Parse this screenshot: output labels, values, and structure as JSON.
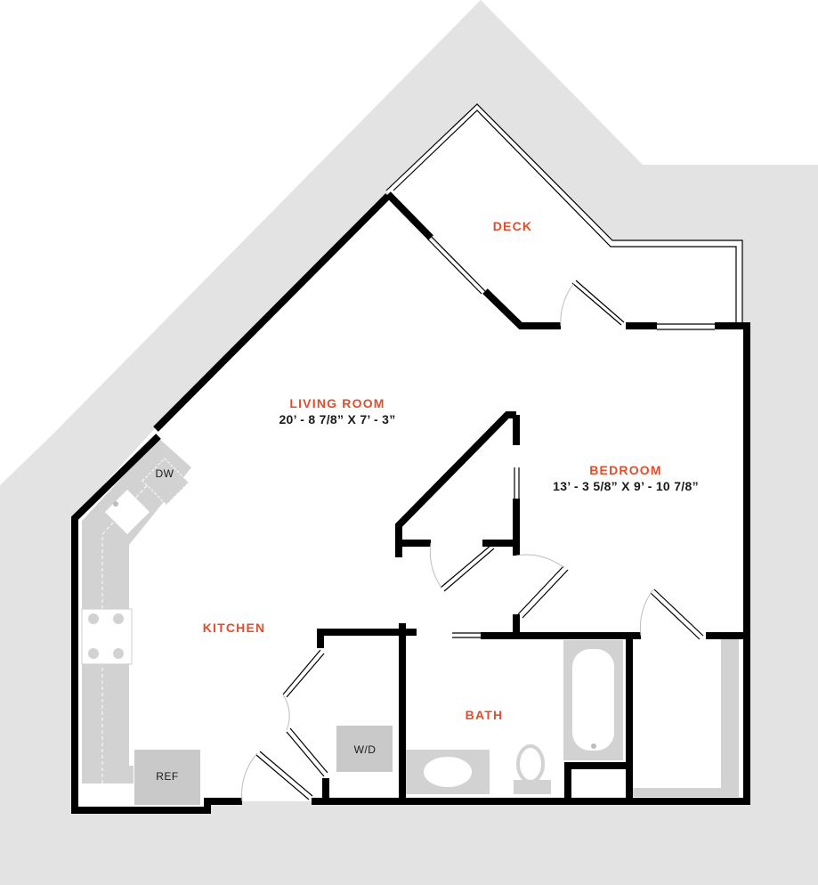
{
  "rooms": {
    "deck": {
      "name": "DECK"
    },
    "living": {
      "name": "LIVING ROOM",
      "dims": "20’ - 8 7/8” X 7’ - 3”"
    },
    "bedroom": {
      "name": "BEDROOM",
      "dims": "13’ - 3 5/8” X 9’ - 10 7/8”"
    },
    "kitchen": {
      "name": "KITCHEN"
    },
    "bath": {
      "name": "BATH"
    }
  },
  "appliances": {
    "dishwasher": "DW",
    "washer_dryer": "W/D",
    "refrigerator": "REF"
  },
  "colors": {
    "label_accent": "#e24d2b",
    "surround": "#e3e3e3",
    "counter": "#d2d2d2",
    "wall": "#000000"
  }
}
